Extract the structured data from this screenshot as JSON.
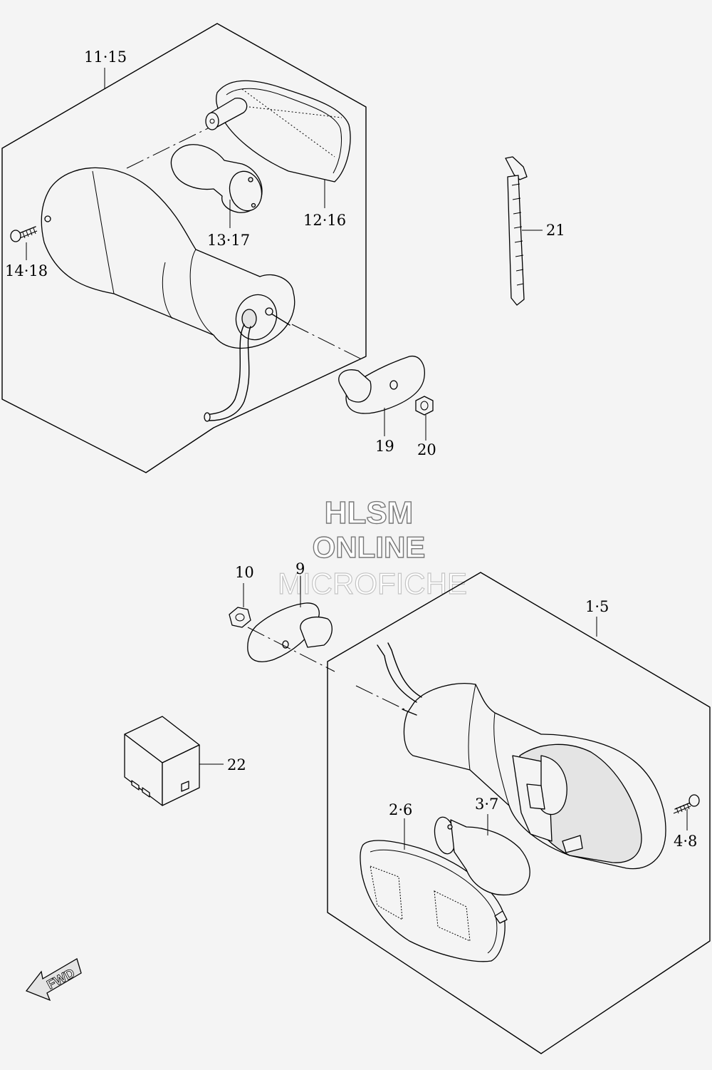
{
  "watermark": {
    "line1": "HLSM",
    "line2": "ONLINE",
    "line3": "MICROFICHE"
  },
  "fwd_label": "FWD",
  "callouts": {
    "c11_15": "11·15",
    "c14_18": "14·18",
    "c13_17": "13·17",
    "c12_16": "12·16",
    "c21": "21",
    "c19": "19",
    "c20": "20",
    "c10": "10",
    "c9": "9",
    "c1_5": "1·5",
    "c22": "22",
    "c2_6": "2·6",
    "c3_7": "3·7",
    "c4_8": "4·8"
  },
  "icons": [
    "fwd-arrow-icon",
    "screw-icon",
    "bulb-icon",
    "lens-icon",
    "nut-icon",
    "cable-tie-icon",
    "relay-icon"
  ]
}
